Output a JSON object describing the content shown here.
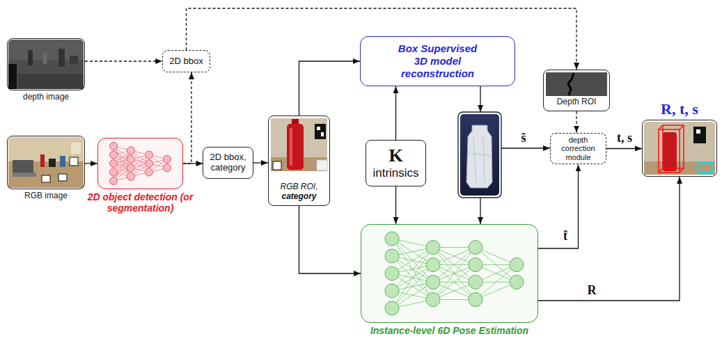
{
  "diagram": {
    "nodes": [
      {
        "text": [
          "depth image"
        ]
      },
      {
        "text": [
          "RGB image"
        ]
      },
      {
        "text": [
          "2D object detection (or segmentation)"
        ]
      },
      {
        "text": [
          "2D bbox"
        ]
      },
      {
        "text": [
          "2D bbox, category"
        ]
      },
      {
        "text": [
          "RGB ROI,",
          "category"
        ]
      },
      {
        "text": [
          "Box Supervised 3D model reconstruction"
        ]
      },
      {
        "text": [
          "K",
          "intrinsics"
        ]
      },
      {
        "text": [
          "Depth ROI"
        ]
      },
      {
        "text": [
          "depth correction module"
        ]
      },
      {
        "text": [
          "R, t, s"
        ]
      },
      {
        "text": [
          "Instance-level 6D Pose Estimation"
        ]
      }
    ],
    "edges": [
      {
        "from": 0,
        "to": 3,
        "arrow": "to"
      },
      {
        "from": 2,
        "to": 3,
        "arrow": "to"
      },
      {
        "from": 1,
        "to": 2,
        "arrow": "to"
      },
      {
        "from": 2,
        "to": 4,
        "arrow": "to"
      },
      {
        "from": 4,
        "to": 5,
        "arrow": "to"
      },
      {
        "from": 5,
        "to": 6,
        "arrow": "to"
      },
      {
        "from": 5,
        "to": 11,
        "arrow": "to"
      },
      {
        "from": 7,
        "to": 6,
        "arrow": "to"
      },
      {
        "from": 7,
        "to": 11,
        "arrow": "to"
      },
      {
        "from": 3,
        "to": 8,
        "arrow": "to"
      },
      {
        "from": 8,
        "to": 9,
        "arrow": "to"
      },
      {
        "from": 11,
        "to": 9,
        "label": "t̂",
        "arrow": "to"
      },
      {
        "from": 9,
        "to": 10,
        "label": "t, s",
        "arrow": "to"
      },
      {
        "from": 11,
        "to": 10,
        "label": "R",
        "arrow": "to"
      }
    ],
    "labels": [
      "ŝ"
    ]
  }
}
